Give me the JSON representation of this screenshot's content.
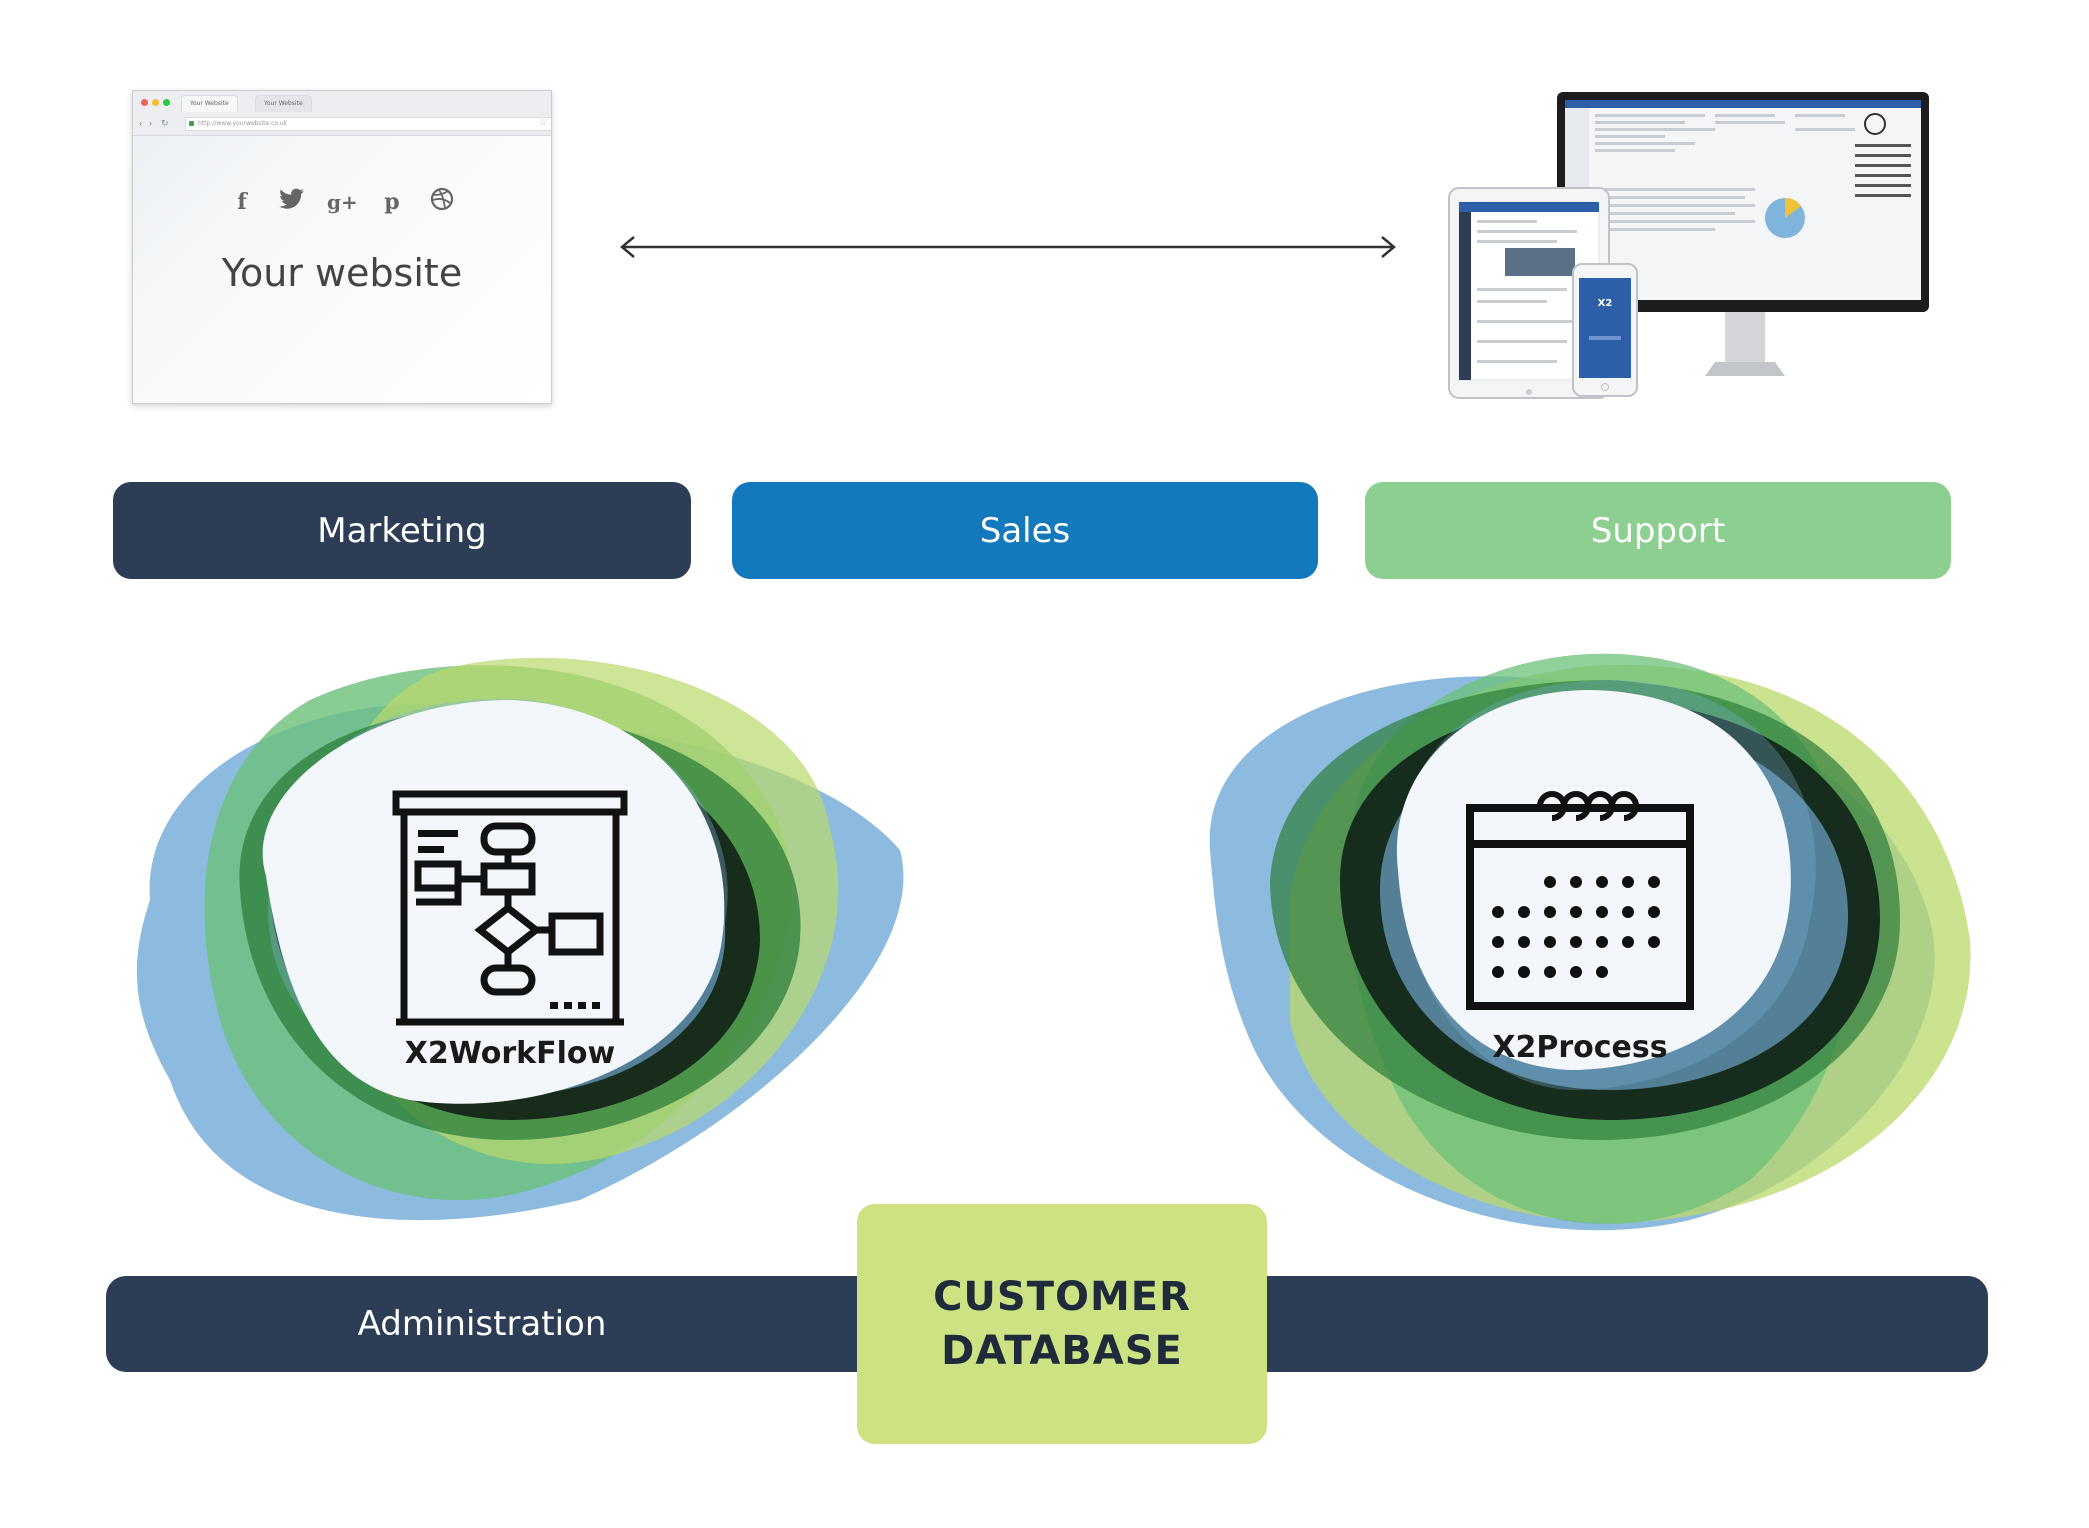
{
  "browser": {
    "tab_active": "Your Website",
    "tab_inactive": "Your Website",
    "url": "http://www.yourwebsite.co.uk",
    "social_icons": [
      "facebook-icon",
      "twitter-icon",
      "google-plus-icon",
      "pinterest-icon",
      "dribbble-icon"
    ],
    "site_title": "Your website"
  },
  "devices": {
    "logo": "X2"
  },
  "departments": {
    "marketing": "Marketing",
    "sales": "Sales",
    "support": "Support"
  },
  "modules": {
    "workflow": "X2WorkFlow",
    "process": "X2Process"
  },
  "bottom": {
    "administration": "Administration",
    "database_line1": "CUSTOMER",
    "database_line2": "DATABASE"
  },
  "colors": {
    "navy": "#2d3d56",
    "blue": "#1279bd",
    "green_light": "#8ccf91",
    "lime": "#cde283",
    "blob_blue": "#7fb4dc",
    "blob_green": "#6cc07a",
    "blob_dark_green": "#2e7d3a",
    "blob_black": "#0e1a14"
  }
}
